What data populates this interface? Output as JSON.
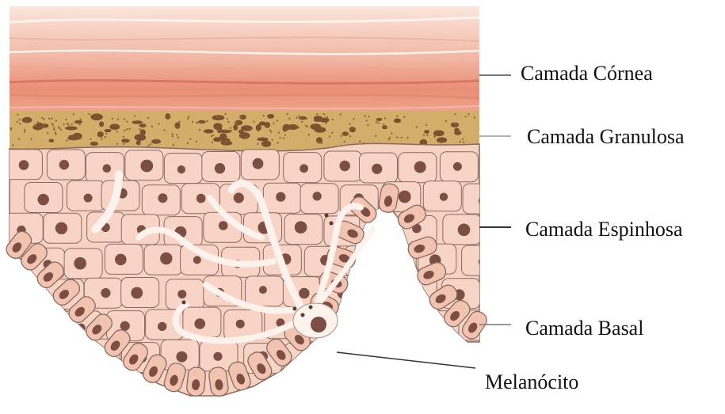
{
  "diagram": {
    "labels": {
      "cornea": "Camada Córnea",
      "granulosa": "Camada Granulosa",
      "espinhosa": "Camada Espinhosa",
      "basal": "Camada Basal",
      "melanocito": "Melanócito"
    },
    "colors": {
      "cornea_light": "#f6d3c4",
      "cornea_dark": "#e58a72",
      "granulosa": "#c9a35c",
      "granule": "#7a5230",
      "spinous_cell": "#f7d4c5",
      "basal_cell": "#f3c3b2",
      "nucleus": "#7d4e44",
      "cell_outline": "#8a6a60",
      "melanocyte": "#fdf2ec",
      "leader_line": "#555555"
    }
  }
}
